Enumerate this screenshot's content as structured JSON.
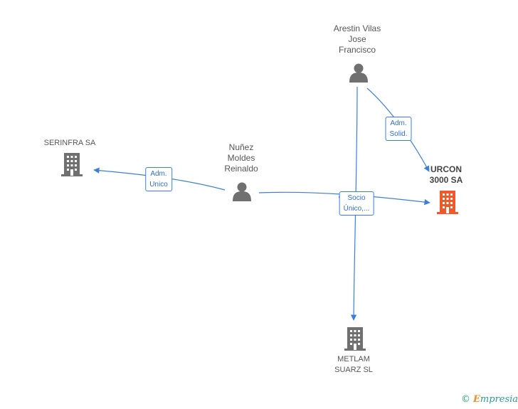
{
  "nodes": {
    "arestin": {
      "label": "Arestin Vilas\nJose\nFrancisco",
      "icon": "person-icon"
    },
    "nunez": {
      "label": "Nuñez\nMoldes\nReinaldo",
      "icon": "person-icon"
    },
    "serinfra": {
      "label": "SERINFRA SA",
      "icon": "building-icon"
    },
    "urcon": {
      "label": "URCON\n3000 SA",
      "icon": "building-icon",
      "highlight": "#f05a28"
    },
    "metlam": {
      "label": "METLAM\nSUARZ SL",
      "icon": "building-icon"
    }
  },
  "edges": {
    "arestin_urcon": {
      "label": "Adm.\nSolid."
    },
    "nunez_serinfra": {
      "label": "Adm.\nUnico"
    },
    "nunez_urcon": {
      "label": "Socio\nÚnico,..."
    },
    "arestin_metlam": {
      "label": ""
    }
  },
  "colors": {
    "edge": "#3c7fd9",
    "icon": "#707070",
    "highlight": "#f05a28"
  },
  "footer": {
    "copyright": "©",
    "brand_first": "E",
    "brand_rest": "mpresia"
  }
}
